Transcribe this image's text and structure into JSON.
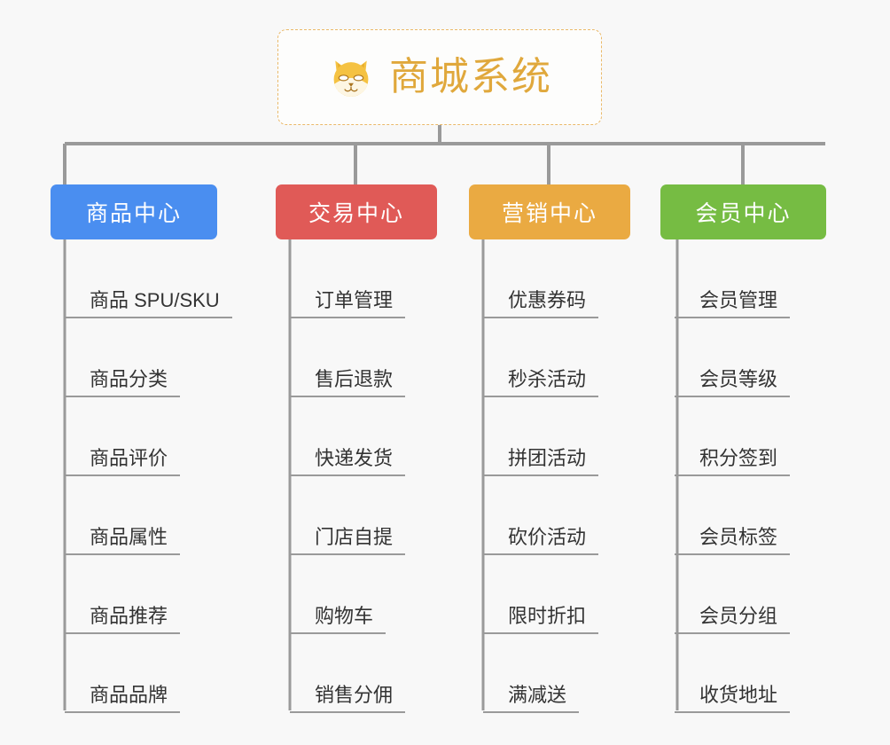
{
  "diagram": {
    "type": "mindmap",
    "background_color": "#f8f8f8",
    "connector_color": "#9a9a9a",
    "root": {
      "title": "商城系统",
      "icon": "shiba-dog-face-emoji",
      "text_color": "#e0a83c",
      "border_color": "#eab96a",
      "background_color": "#fdfdfc"
    },
    "branches": [
      {
        "label": "商品中心",
        "color": "#4a8ef0",
        "items": [
          "商品 SPU/SKU",
          "商品分类",
          "商品评价",
          "商品属性",
          "商品推荐",
          "商品品牌"
        ]
      },
      {
        "label": "交易中心",
        "color": "#e05a57",
        "items": [
          "订单管理",
          "售后退款",
          "快递发货",
          "门店自提",
          "购物车",
          "销售分佣"
        ]
      },
      {
        "label": "营销中心",
        "color": "#eaaa42",
        "items": [
          "优惠券码",
          "秒杀活动",
          "拼团活动",
          "砍价活动",
          "限时折扣",
          "满减送"
        ]
      },
      {
        "label": "会员中心",
        "color": "#76bc43",
        "items": [
          "会员管理",
          "会员等级",
          "积分签到",
          "会员标签",
          "会员分组",
          "收货地址"
        ]
      }
    ]
  }
}
